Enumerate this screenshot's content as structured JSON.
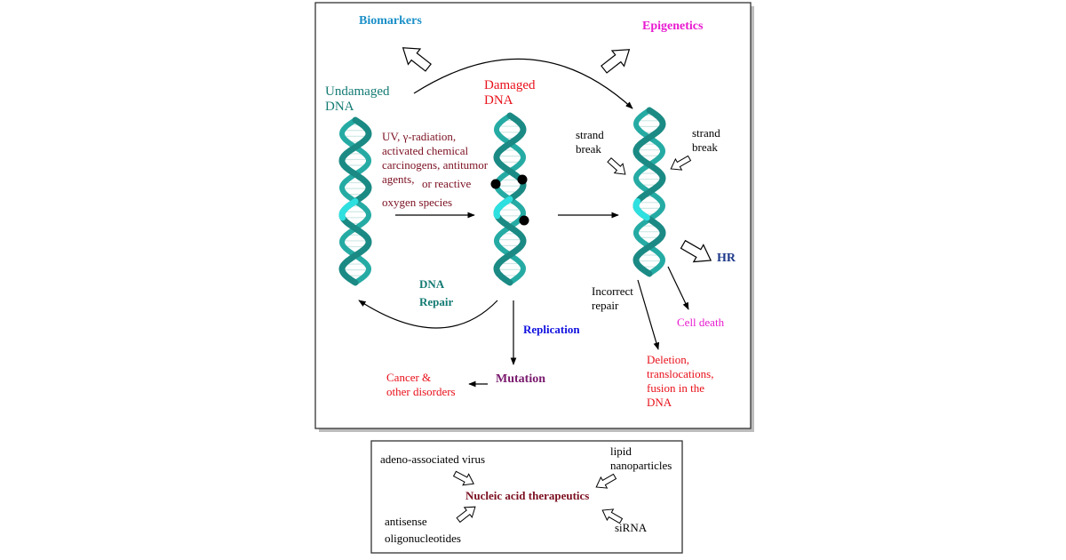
{
  "main_panel": {
    "biomarkers": "Biomarkers",
    "epigenetics": "Epigenetics",
    "undamaged_dna": "Undamaged\nDNA",
    "damaged_dna": "Damaged\nDNA",
    "damage_agents": "UV, γ-radiation,\nactivated chemical\ncarcinogens, antitumor\nagents,",
    "damage_agents_tail": "or reactive",
    "damage_agents_end": "oxygen species",
    "strand_break_left": "strand\nbreak",
    "strand_break_right": "strand\nbreak",
    "hr": "HR",
    "incorrect_repair": "Incorrect\nrepair",
    "cell_death": "Cell death",
    "dna_repair": "DNA\nRepair",
    "replication": "Replication",
    "mutation": "Mutation",
    "cancer": "Cancer &\nother disorders",
    "deletion": "Deletion,\ntranslocations,\nfusion in the\nDNA"
  },
  "therapeutics_panel": {
    "center": "Nucleic acid therapeutics",
    "aav": "adeno-associated virus",
    "lipid": "lipid\nnanoparticles",
    "antisense": "antisense\noligonucleotides",
    "sirna": "siRNA"
  },
  "colors": {
    "teal_text": "#137a73",
    "dark_red": "#7b1021",
    "red": "#e8101a",
    "magenta": "#e81ad0",
    "biomarkers_blue": "#1a8fc8",
    "navy": "#1f3a8a",
    "blue": "#1010e0",
    "purple": "#7a1a6e",
    "helix_dark": "#1b8a84",
    "helix_mid": "#25aba4",
    "helix_light": "#2fe0e0",
    "break_mark": "#000000"
  },
  "icons": [
    "hollow-arrow-icon",
    "arrow-icon",
    "dna-helix-icon",
    "damage-spot-icon"
  ]
}
